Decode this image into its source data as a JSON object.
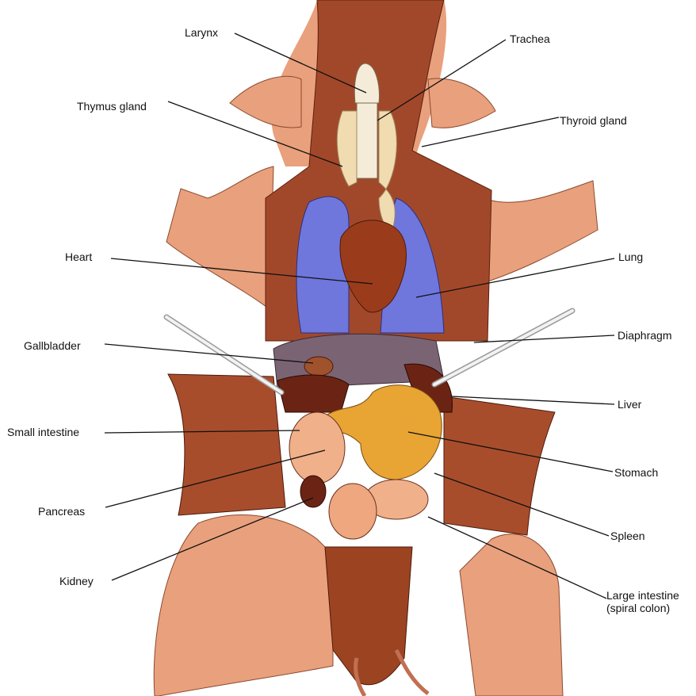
{
  "title": "Fetal pig anatomy – ventral view of internal organs",
  "colors": {
    "skin": "#e9a07c",
    "muscle": "#a2482a",
    "muscle_dark": "#7a2f17",
    "lung": "#6f76dc",
    "thymus": "#f1dcb1",
    "trachea": "#f4ecd8",
    "heart": "#9a3c1b",
    "stomach": "#e8a534",
    "intestine": "#f0b08a",
    "liver": "#6b2414",
    "mesentery": "#7a6473",
    "flap": "#a84d2c",
    "probe": "#e8e8e8",
    "leader_line": "#111111",
    "label_text": "#111111"
  },
  "labels": {
    "larynx": "Larynx",
    "trachea": "Trachea",
    "thymus_gland": "Thymus gland",
    "thyroid_gland": "Thyroid gland",
    "heart": "Heart",
    "lung": "Lung",
    "gallbladder": "Gallbladder",
    "diaphragm": "Diaphragm",
    "liver": "Liver",
    "small_intestine": "Small intestine",
    "stomach": "Stomach",
    "pancreas": "Pancreas",
    "spleen": "Spleen",
    "kidney": "Kidney",
    "large_intestine_line1": "Large intestine",
    "large_intestine_line2": "(spiral colon)"
  }
}
